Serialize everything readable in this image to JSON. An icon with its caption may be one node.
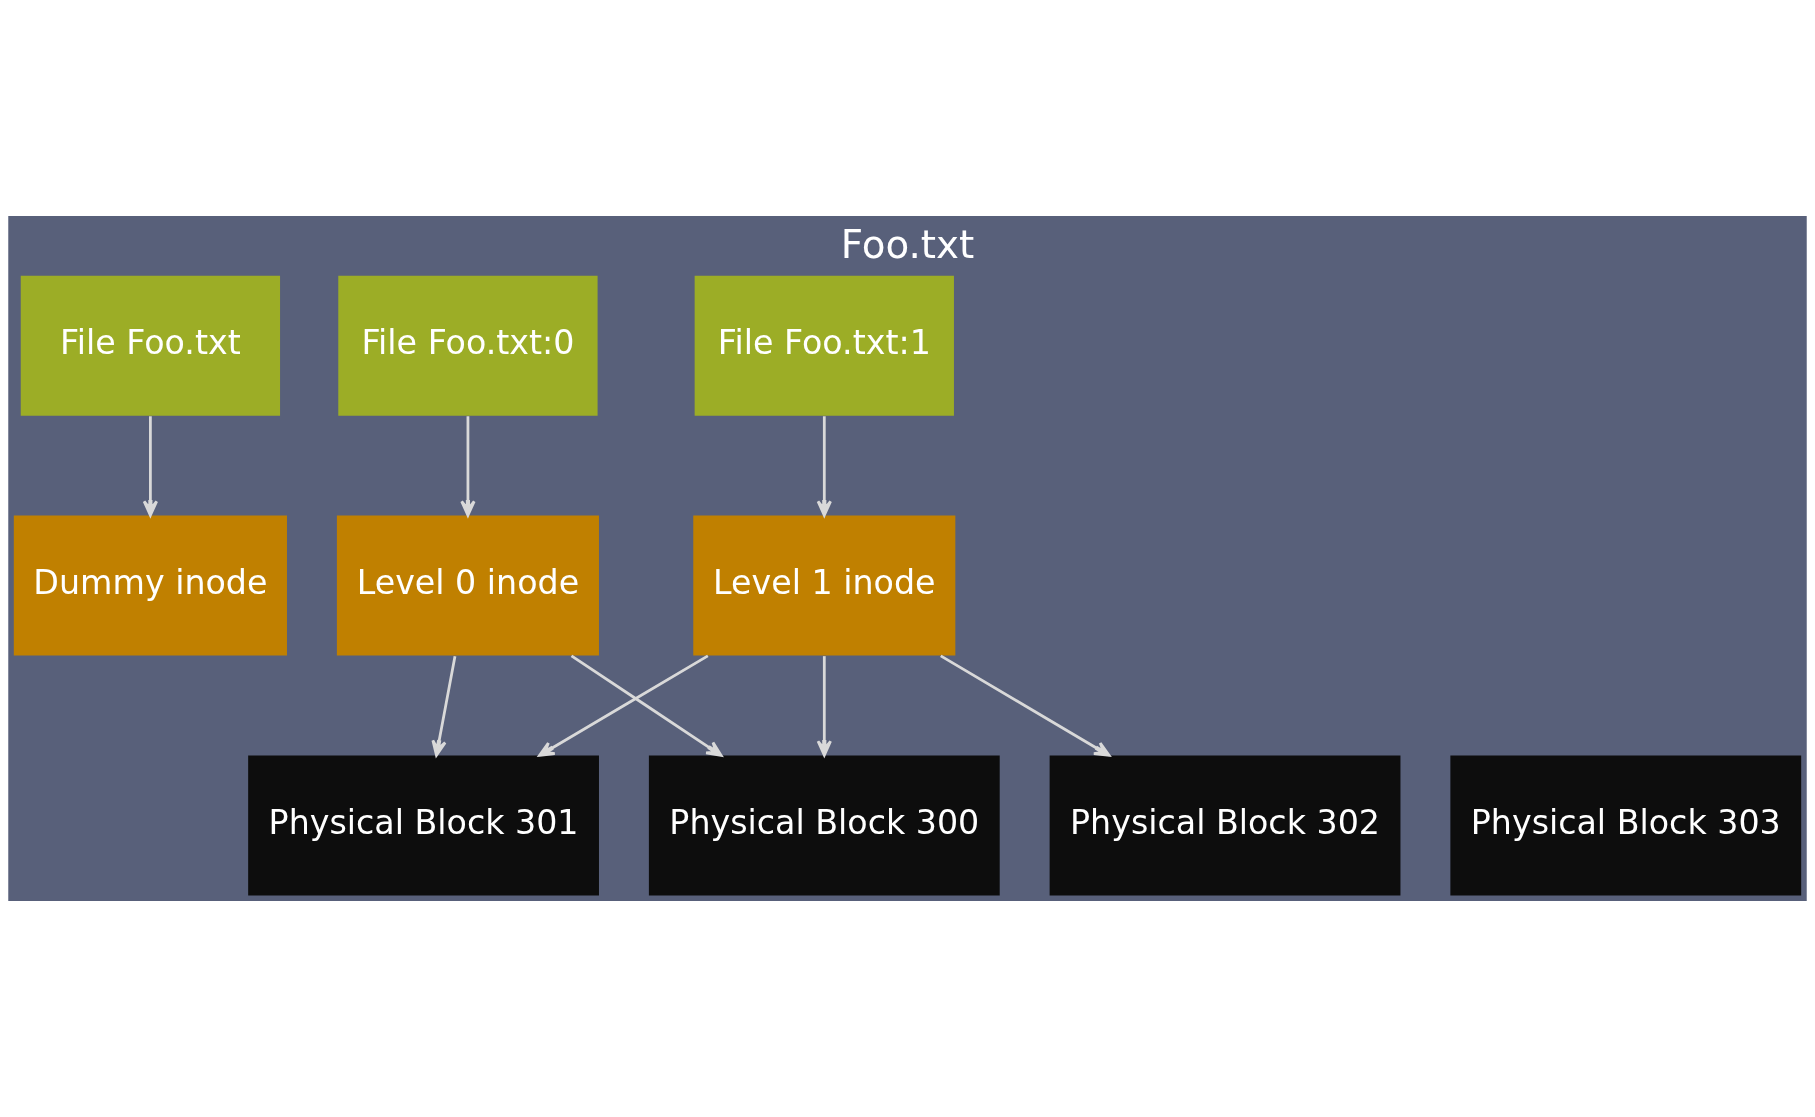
{
  "diagram": {
    "title": "Foo.txt",
    "nodes": [
      {
        "text": [
          "File Foo.txt"
        ]
      },
      {
        "text": [
          "File Foo.txt:0"
        ]
      },
      {
        "text": [
          "Physical Block 300"
        ]
      },
      {
        "text": [
          "File Foo.txt:1"
        ]
      },
      {
        "text": [
          "Physical Block 301"
        ]
      },
      {
        "text": [
          "Dummy inode"
        ]
      },
      {
        "text": [
          "Level 0 inode"
        ]
      },
      {
        "text": [
          "Level 1 inode"
        ]
      },
      {
        "text": [
          "Physical Block 302"
        ]
      },
      {
        "text": [
          "Physical Block 303"
        ]
      }
    ],
    "edges": [
      {
        "from": 0,
        "to": 5,
        "arrow": "to"
      },
      {
        "from": 1,
        "to": 6,
        "arrow": "to"
      },
      {
        "from": 3,
        "to": 7,
        "arrow": "to"
      },
      {
        "from": 6,
        "to": 2,
        "arrow": "to"
      },
      {
        "from": 6,
        "to": 4,
        "arrow": "to"
      },
      {
        "from": 7,
        "to": 2,
        "arrow": "to"
      },
      {
        "from": 7,
        "to": 4,
        "arrow": "to"
      },
      {
        "from": 7,
        "to": 8,
        "arrow": "to"
      }
    ]
  }
}
